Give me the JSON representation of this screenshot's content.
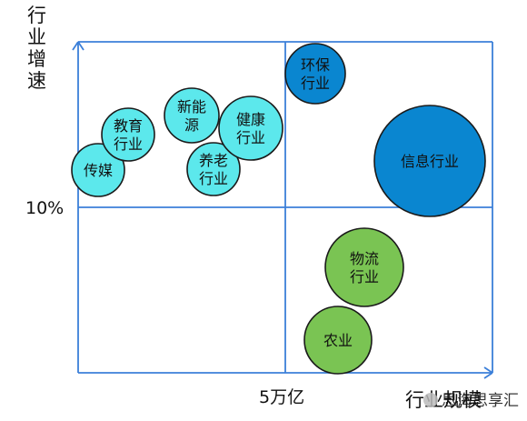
{
  "chart_data": {
    "type": "scatter",
    "title": "",
    "ylabel": "行业增速",
    "xlabel": "行业规模",
    "x_threshold_label": "5万亿",
    "y_threshold_label": "10%",
    "watermark": "思海思享汇",
    "colors": {
      "axis": "#3b7fd9",
      "cyan_fill": "#5ce8ec",
      "blue_fill": "#0a86d0",
      "green_fill": "#7ac453",
      "stroke": "#1a1a1a"
    },
    "bubbles": [
      {
        "label": [
          "传媒"
        ],
        "quadrant": "top-left",
        "color": "cyan",
        "size": "small"
      },
      {
        "label": [
          "教育",
          "行业"
        ],
        "quadrant": "top-left",
        "color": "cyan",
        "size": "small"
      },
      {
        "label": [
          "新能",
          "源"
        ],
        "quadrant": "top-left",
        "color": "cyan",
        "size": "small"
      },
      {
        "label": [
          "养老",
          "行业"
        ],
        "quadrant": "top-left",
        "color": "cyan",
        "size": "small"
      },
      {
        "label": [
          "健康",
          "行业"
        ],
        "quadrant": "top-left",
        "color": "cyan",
        "size": "medium"
      },
      {
        "label": [
          "环保",
          "行业"
        ],
        "quadrant": "top-right",
        "color": "blue",
        "size": "small"
      },
      {
        "label": [
          "信息行业"
        ],
        "quadrant": "top-right",
        "color": "blue",
        "size": "large"
      },
      {
        "label": [
          "物流",
          "行业"
        ],
        "quadrant": "bottom-right",
        "color": "green",
        "size": "medium"
      },
      {
        "label": [
          "农业"
        ],
        "quadrant": "bottom-right",
        "color": "green",
        "size": "medium"
      }
    ]
  }
}
